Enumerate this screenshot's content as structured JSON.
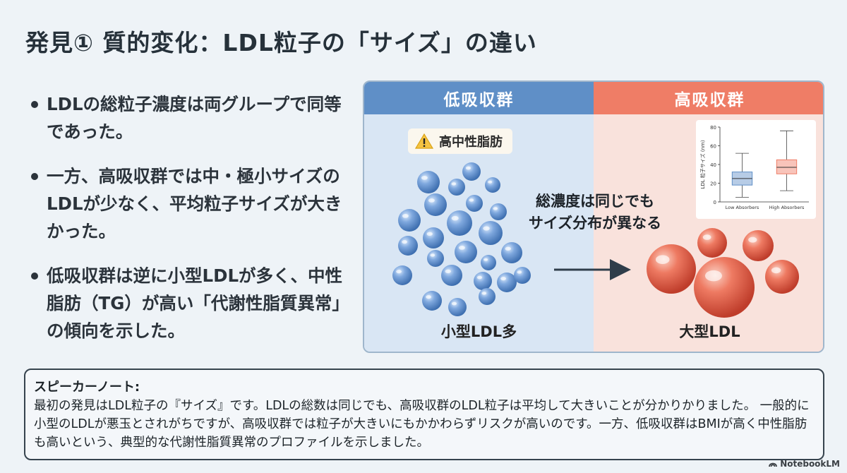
{
  "title": "発見① 質的変化：LDL粒子の「サイズ」の違い",
  "bullets": [
    "LDLの総粒子濃度は両グループで同等であった。",
    "一方、高吸収群では中・極小サイズのLDLが少なく、平均粒子サイズが大きかった。",
    "低吸収群は逆に小型LDLが多く、中性脂肪（TG）が高い「代謝性脂質異常」の傾向を示した。"
  ],
  "panel": {
    "left_header": "低吸収群",
    "right_header": "高吸収群",
    "warning_label": "高中性脂肪",
    "center_text_1": "総濃度は同じでも",
    "center_text_2": "サイズ分布が異なる",
    "left_caption": "小型LDL多",
    "right_caption": "大型LDL",
    "left_color": "#5f8fc7",
    "right_color": "#ef7d66"
  },
  "chart_data": {
    "type": "box",
    "ylabel": "LDL 粒子サイズ (nm)",
    "ylim": [
      0,
      80
    ],
    "yticks": [
      "0",
      "20",
      "40",
      "60",
      "80"
    ],
    "categories": [
      "Low Absorbers",
      "High Absorbers"
    ],
    "boxes": [
      {
        "name": "Low Absorbers",
        "min": 5,
        "q1": 18,
        "median": 25,
        "q3": 32,
        "max": 52,
        "color": "#5f8fc7"
      },
      {
        "name": "High Absorbers",
        "min": 12,
        "q1": 30,
        "median": 37,
        "q3": 45,
        "max": 76,
        "color": "#ef7d66"
      }
    ]
  },
  "notes": {
    "heading": "スピーカーノート:",
    "body": "最初の発見はLDL粒子の『サイズ』です。LDLの総数は同じでも、高吸収群のLDL粒子は平均して大きいことが分かりかりました。 一般的に小型のLDLが悪玉とされがちですが、高吸収群では粒子が大きいにもかかわらずリスクが高いのです。一方、低吸収群はBMIが高く中性脂肪も高いという、典型的な代謝性脂質異常のプロファイルを示しました。"
  },
  "brand": "NotebookLM"
}
